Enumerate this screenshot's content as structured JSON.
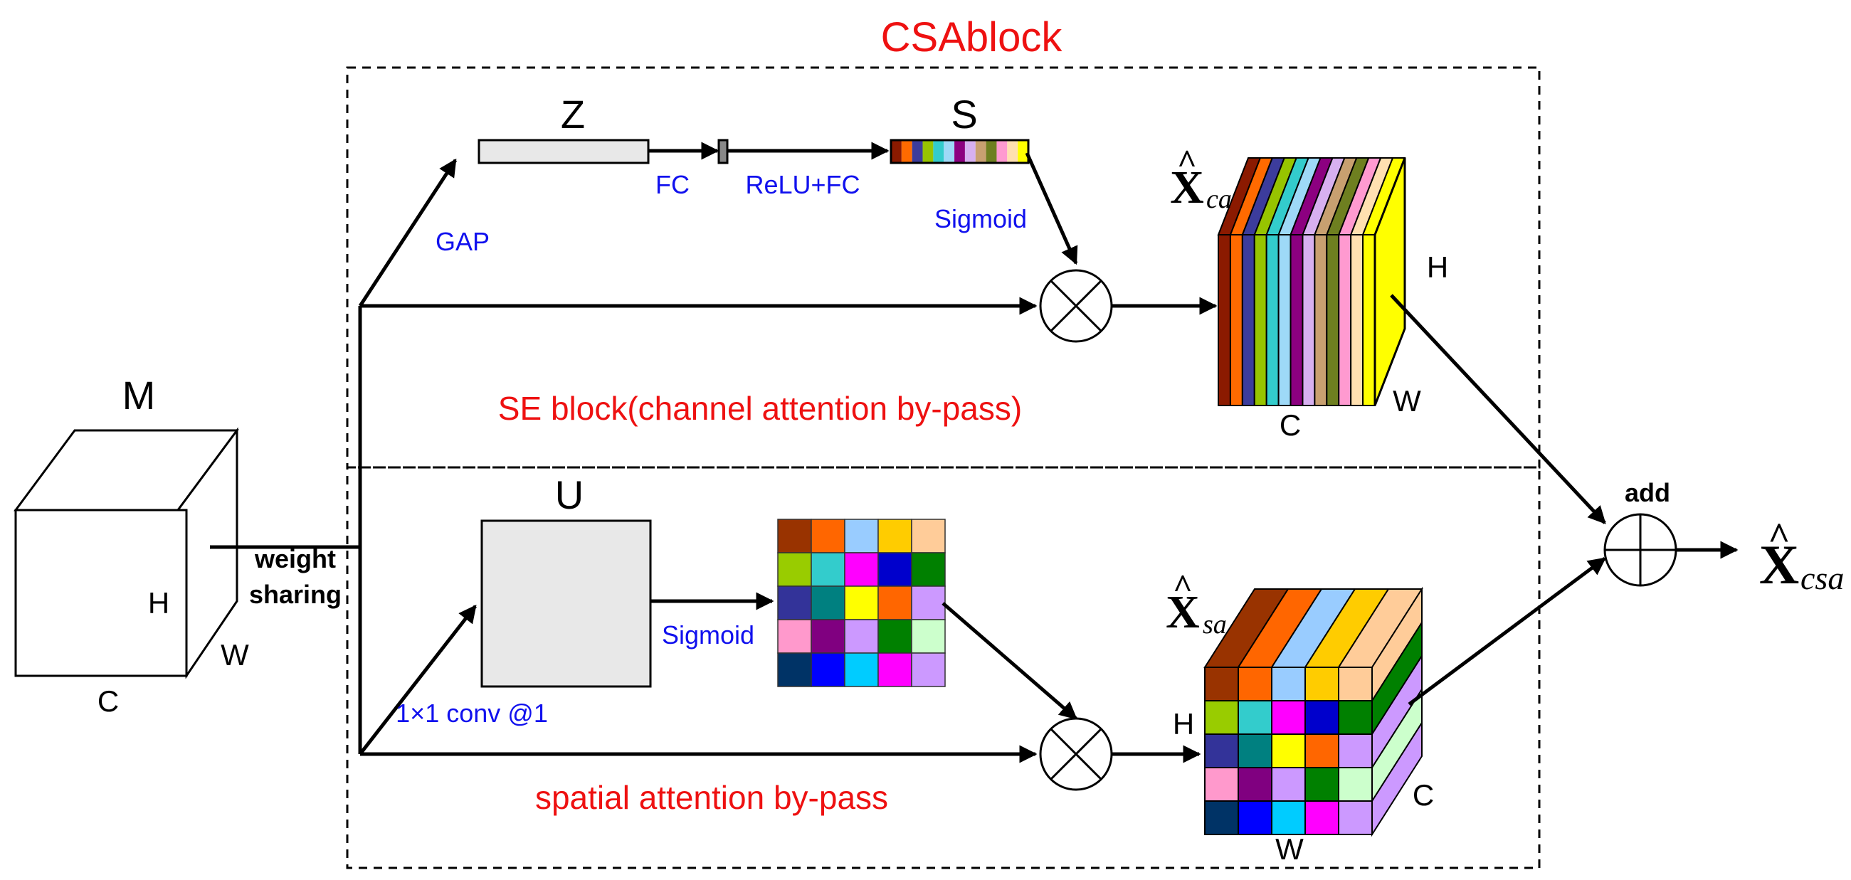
{
  "title": "CSAblock",
  "inputs": {
    "block_label": "M",
    "dims": {
      "h": "H",
      "w": "W",
      "c": "C"
    }
  },
  "weight_sharing": {
    "line1": "weight",
    "line2": "sharing"
  },
  "channel_path": {
    "z_label": "Z",
    "s_label": "S",
    "ops": {
      "gap": "GAP",
      "fc": "FC",
      "relu_fc": "ReLU+FC",
      "sigmoid": "Sigmoid"
    },
    "caption": "SE block(channel attention by-pass)",
    "output": {
      "symbol": "X",
      "hat": "^",
      "subscript": "ca",
      "dims": {
        "h": "H",
        "w": "W",
        "c": "C"
      }
    },
    "s_colors": [
      "#8B1A00",
      "#FF6A00",
      "#3C3C9C",
      "#97C400",
      "#33CCCC",
      "#9ED9F7",
      "#8C0080",
      "#D7B0F0",
      "#C8A070",
      "#6E7F20",
      "#FF9AD0",
      "#FFE0B0",
      "#FFFF00"
    ]
  },
  "spatial_path": {
    "u_label": "U",
    "ops": {
      "conv": "1×1 conv @1",
      "sigmoid": "Sigmoid"
    },
    "caption": "spatial attention by-pass",
    "output": {
      "symbol": "X",
      "hat": "^",
      "subscript": "sa",
      "dims": {
        "h": "H",
        "w": "W",
        "c": "C"
      }
    },
    "grid_colors": [
      [
        "#993300",
        "#FF6600",
        "#99CCFF",
        "#FFCC00",
        "#FFCC99"
      ],
      [
        "#99CC00",
        "#33CCCC",
        "#FF00FF",
        "#0000CC",
        "#008000"
      ],
      [
        "#333399",
        "#008080",
        "#FFFF00",
        "#FF6600",
        "#CC99FF"
      ],
      [
        "#FF99CC",
        "#800080",
        "#CC99FF",
        "#008000",
        "#CCFFCC"
      ],
      [
        "#003366",
        "#0000FF",
        "#00CCFF",
        "#FF00FF",
        "#CC99FF"
      ]
    ]
  },
  "fusion": {
    "label": "add",
    "output": {
      "symbol": "X",
      "hat": "^",
      "subscript": "csa"
    }
  },
  "colors": {
    "accent_red": "#EE1111",
    "op_blue": "#1111EE",
    "stroke": "#000000",
    "panel_gray": "#E8E8E8"
  }
}
